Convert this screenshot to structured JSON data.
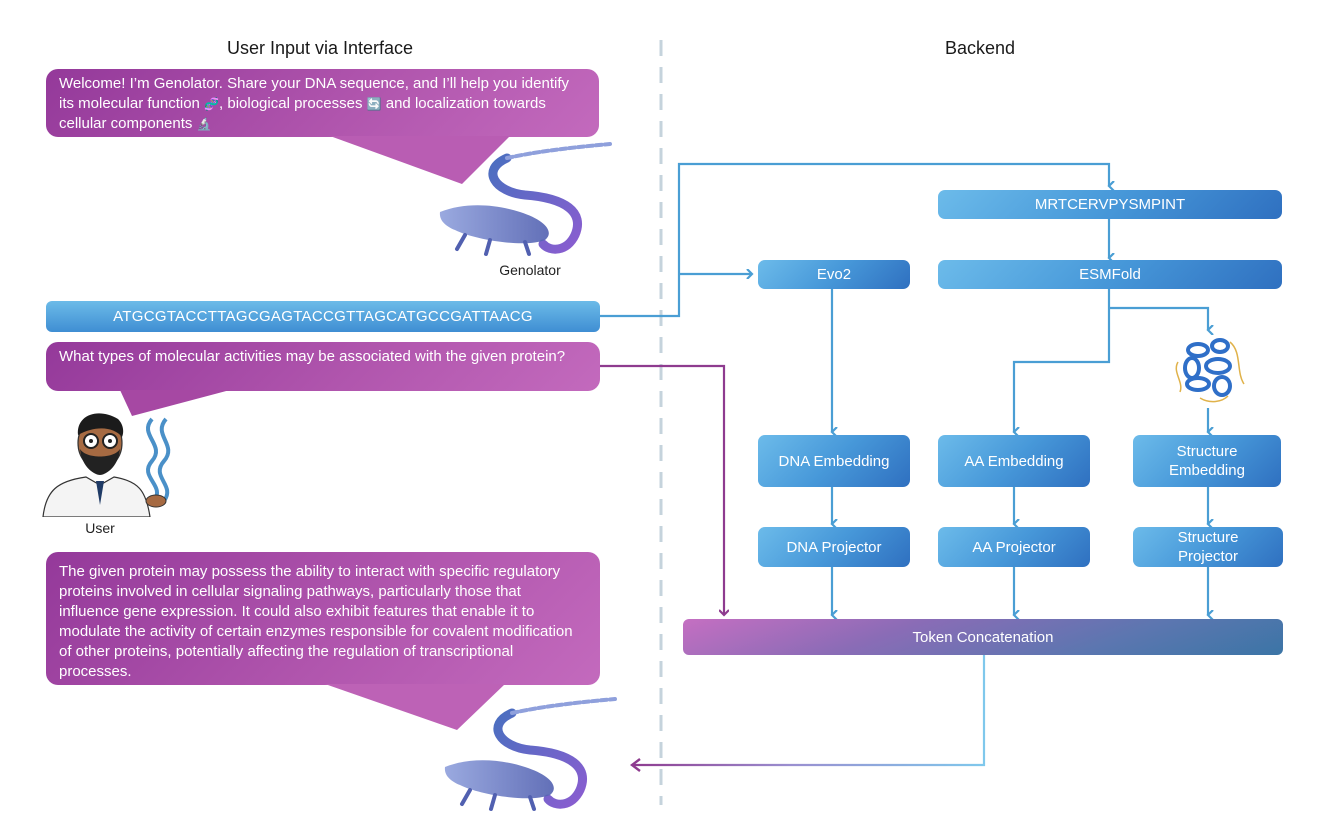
{
  "sections": {
    "left_title": "User Input via Interface",
    "right_title": "Backend"
  },
  "chat": {
    "welcome": {
      "text_1": "Welcome! I’m Genolator. Share your DNA sequence, and I’ll help you identify its molecular function",
      "icon_1": "🧬",
      "text_2": ", biological processes",
      "icon_2": "🔄",
      "text_3": " and localization towards cellular components",
      "icon_3": "🔬"
    },
    "dna_sequence": "ATGCGTACCTTAGCGAGTACCGTTAGCATGCCGATTAACG",
    "user_question": "What types of molecular activities may be associated with the given protein?",
    "response": "The given protein may possess the ability to interact with specific regulatory proteins involved in cellular signaling pathways, particularly those that influence gene expression. It could also exhibit features that enable it to modulate the activity of certain enzymes responsible for covalent modification of other proteins, potentially affecting the regulation of transcriptional processes."
  },
  "avatars": {
    "assistant_label": "Genolator",
    "user_label": "User"
  },
  "backend": {
    "protein_sequence": "MRTCERVPYSMPINT",
    "nodes": {
      "evo2": "Evo2",
      "esmfold": "ESMFold",
      "dna_embedding": "DNA Embedding",
      "aa_embedding": "AA Embedding",
      "structure_embedding": "Structure Embedding",
      "dna_projector": "DNA Projector",
      "aa_projector": "AA Projector",
      "structure_projector": "Structure Projector",
      "token_concat": "Token Concatenation"
    }
  },
  "colors": {
    "blue_flow": "#4a9ed4",
    "purple_flow": "#8e3b8f",
    "divider": "#c5d3dc",
    "bubble": "#b055ad"
  }
}
